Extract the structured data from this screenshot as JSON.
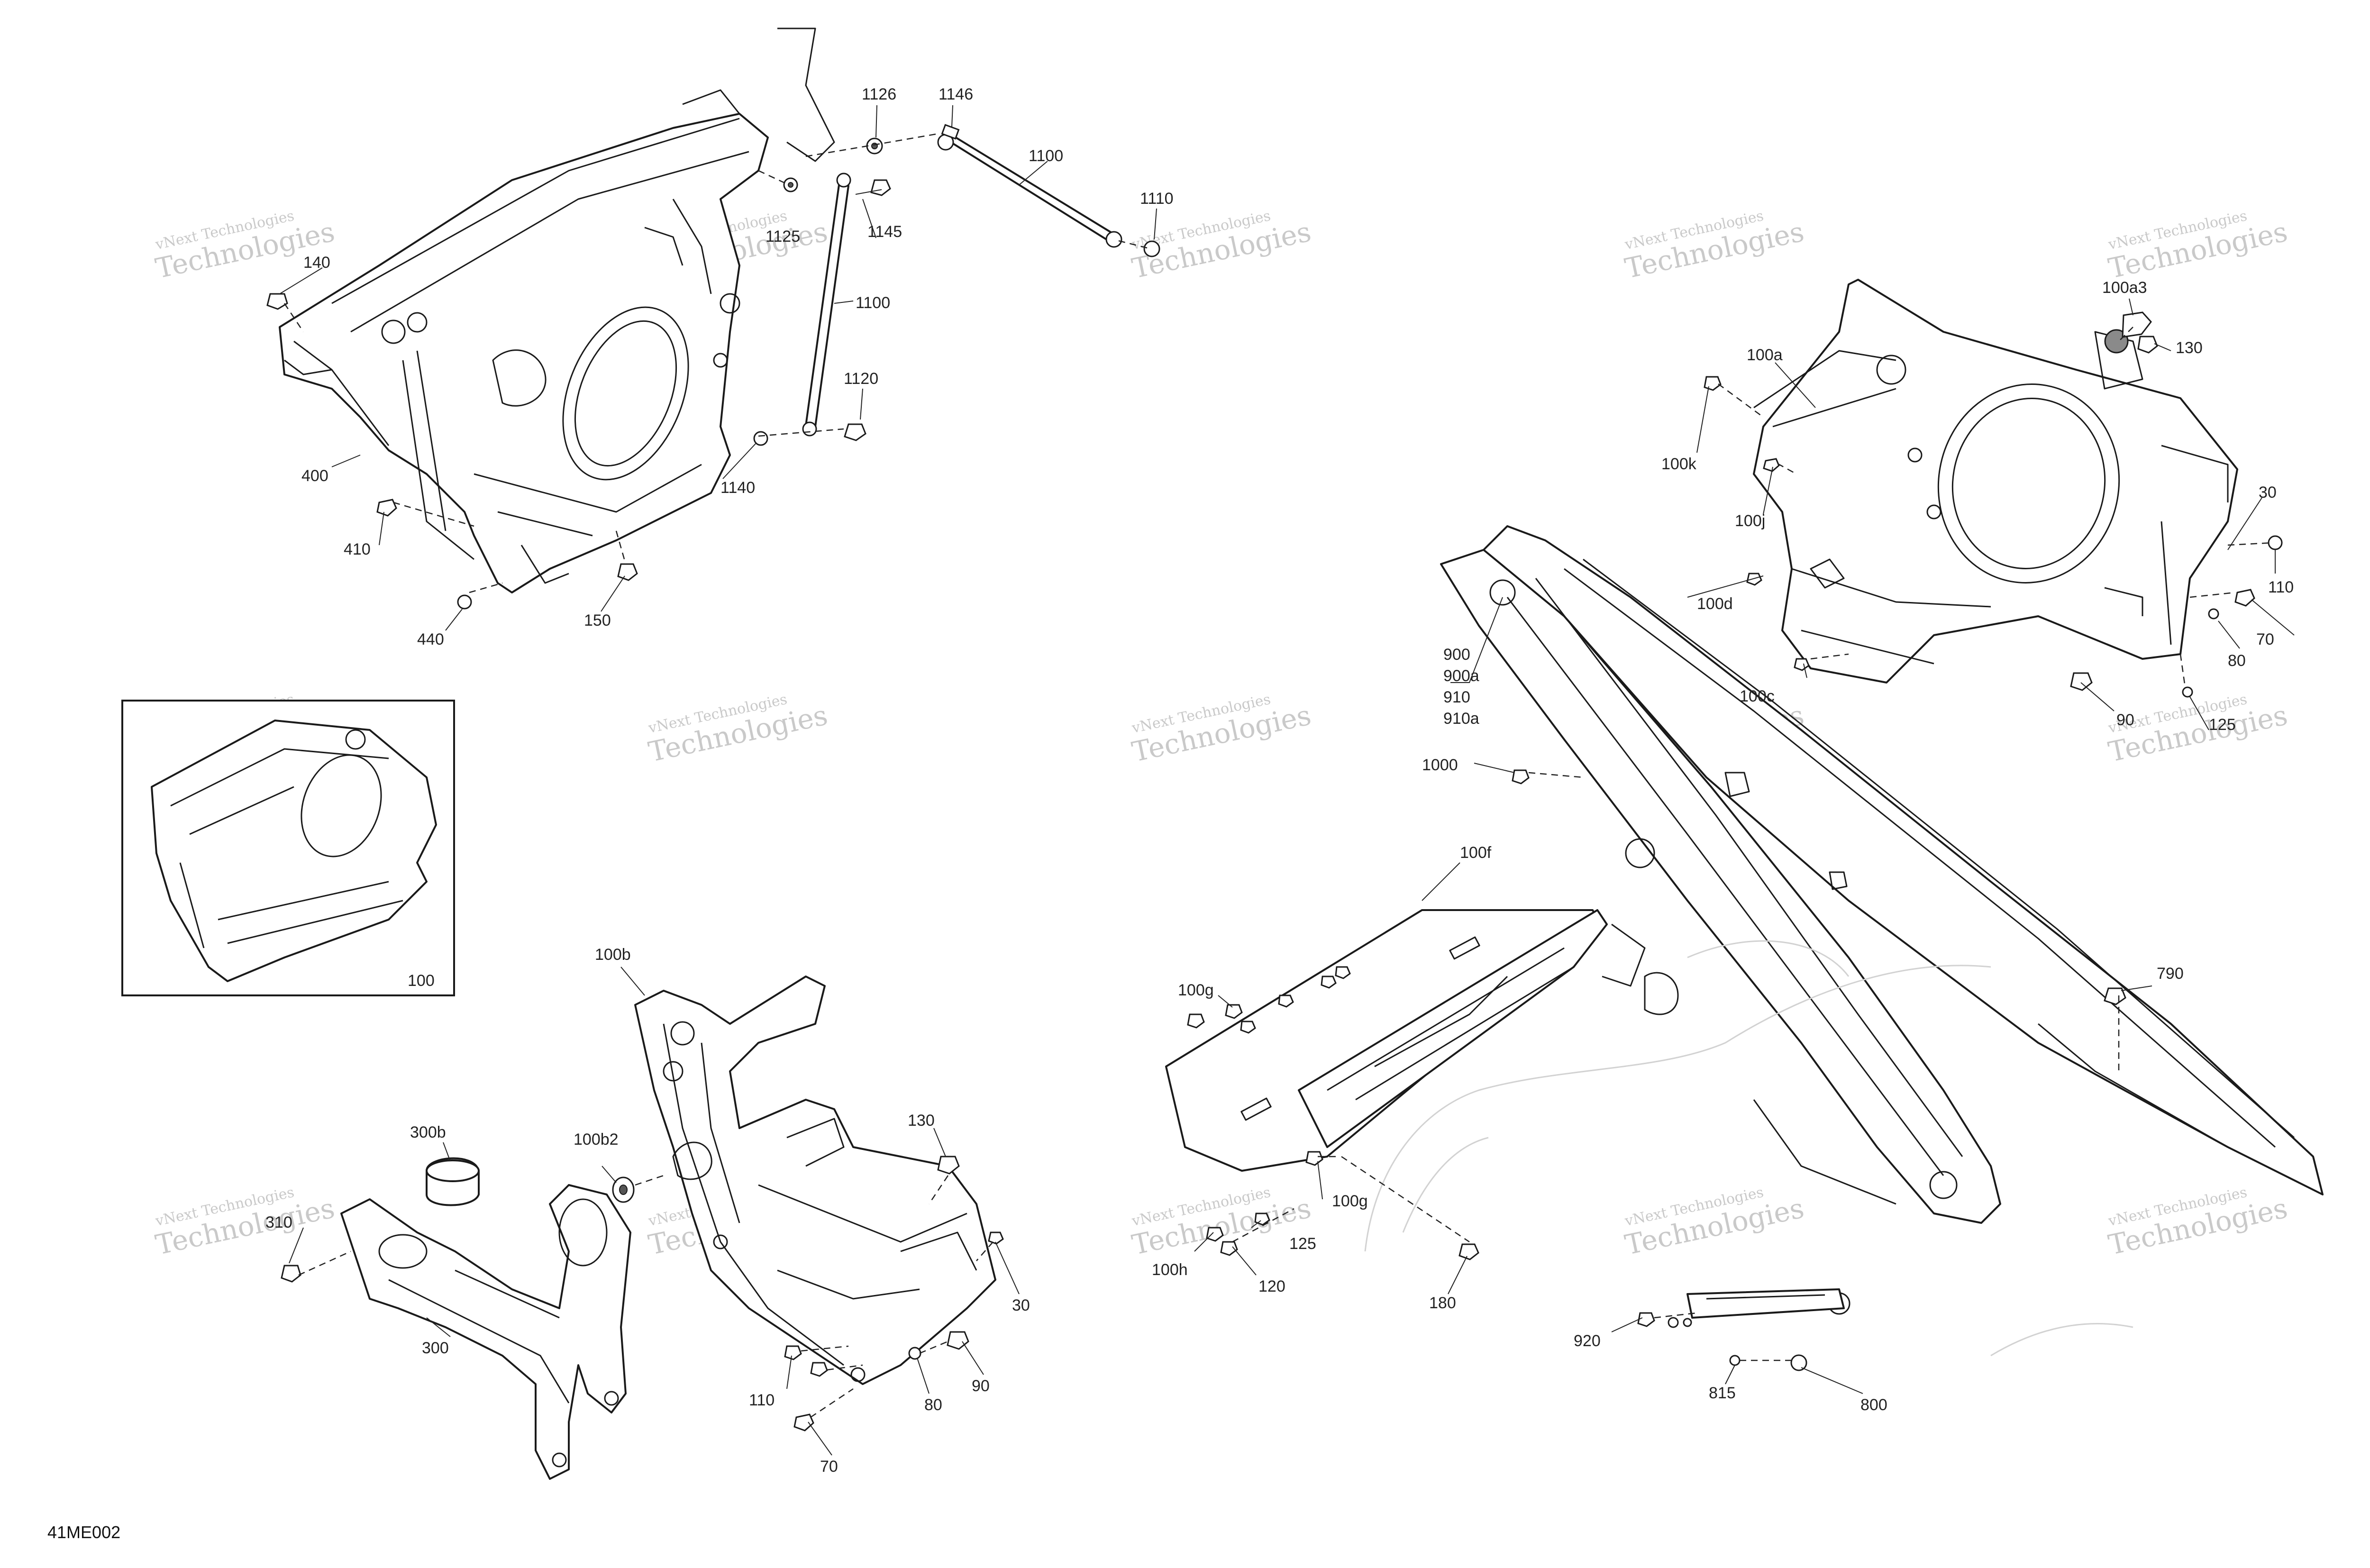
{
  "drawing_code": "41ME002",
  "watermark": {
    "line1": "vNext Technologies",
    "line2": "Technologies"
  },
  "inset_label": "100",
  "callouts": [
    {
      "id": "1126",
      "text": "1126"
    },
    {
      "id": "1146",
      "text": "1146"
    },
    {
      "id": "1100a",
      "text": "1100"
    },
    {
      "id": "1110",
      "text": "1110"
    },
    {
      "id": "1125a",
      "text": "1125"
    },
    {
      "id": "1145",
      "text": "1145"
    },
    {
      "id": "140a",
      "text": "140"
    },
    {
      "id": "1100b",
      "text": "1100"
    },
    {
      "id": "1120",
      "text": "1120"
    },
    {
      "id": "1140",
      "text": "1140"
    },
    {
      "id": "400",
      "text": "400"
    },
    {
      "id": "410",
      "text": "410"
    },
    {
      "id": "150",
      "text": "150"
    },
    {
      "id": "440",
      "text": "440"
    },
    {
      "id": "100a3",
      "text": "100a3"
    },
    {
      "id": "100a",
      "text": "100a"
    },
    {
      "id": "130a",
      "text": "130"
    },
    {
      "id": "100k",
      "text": "100k"
    },
    {
      "id": "100j",
      "text": "100j"
    },
    {
      "id": "30a",
      "text": "30"
    },
    {
      "id": "110a",
      "text": "110"
    },
    {
      "id": "100d",
      "text": "100d"
    },
    {
      "id": "70a",
      "text": "70"
    },
    {
      "id": "80a",
      "text": "80"
    },
    {
      "id": "100c",
      "text": "100c"
    },
    {
      "id": "90a",
      "text": "90"
    },
    {
      "id": "125a",
      "text": "125"
    },
    {
      "id": "900",
      "text": "900"
    },
    {
      "id": "900a",
      "text": "900a"
    },
    {
      "id": "910",
      "text": "910"
    },
    {
      "id": "910a",
      "text": "910a"
    },
    {
      "id": "1000",
      "text": "1000"
    },
    {
      "id": "100f",
      "text": "100f"
    },
    {
      "id": "100g1",
      "text": "100g"
    },
    {
      "id": "100g2",
      "text": "100g"
    },
    {
      "id": "790",
      "text": "790"
    },
    {
      "id": "125b",
      "text": "125"
    },
    {
      "id": "100h",
      "text": "100h"
    },
    {
      "id": "120",
      "text": "120"
    },
    {
      "id": "180",
      "text": "180"
    },
    {
      "id": "920",
      "text": "920"
    },
    {
      "id": "815",
      "text": "815"
    },
    {
      "id": "800",
      "text": "800"
    },
    {
      "id": "100b",
      "text": "100b"
    },
    {
      "id": "300b",
      "text": "300b"
    },
    {
      "id": "100b2",
      "text": "100b2"
    },
    {
      "id": "130b",
      "text": "130"
    },
    {
      "id": "310",
      "text": "310"
    },
    {
      "id": "300",
      "text": "300"
    },
    {
      "id": "30b",
      "text": "30"
    },
    {
      "id": "110b",
      "text": "110"
    },
    {
      "id": "80b",
      "text": "80"
    },
    {
      "id": "90b",
      "text": "90"
    },
    {
      "id": "70b",
      "text": "70"
    }
  ]
}
